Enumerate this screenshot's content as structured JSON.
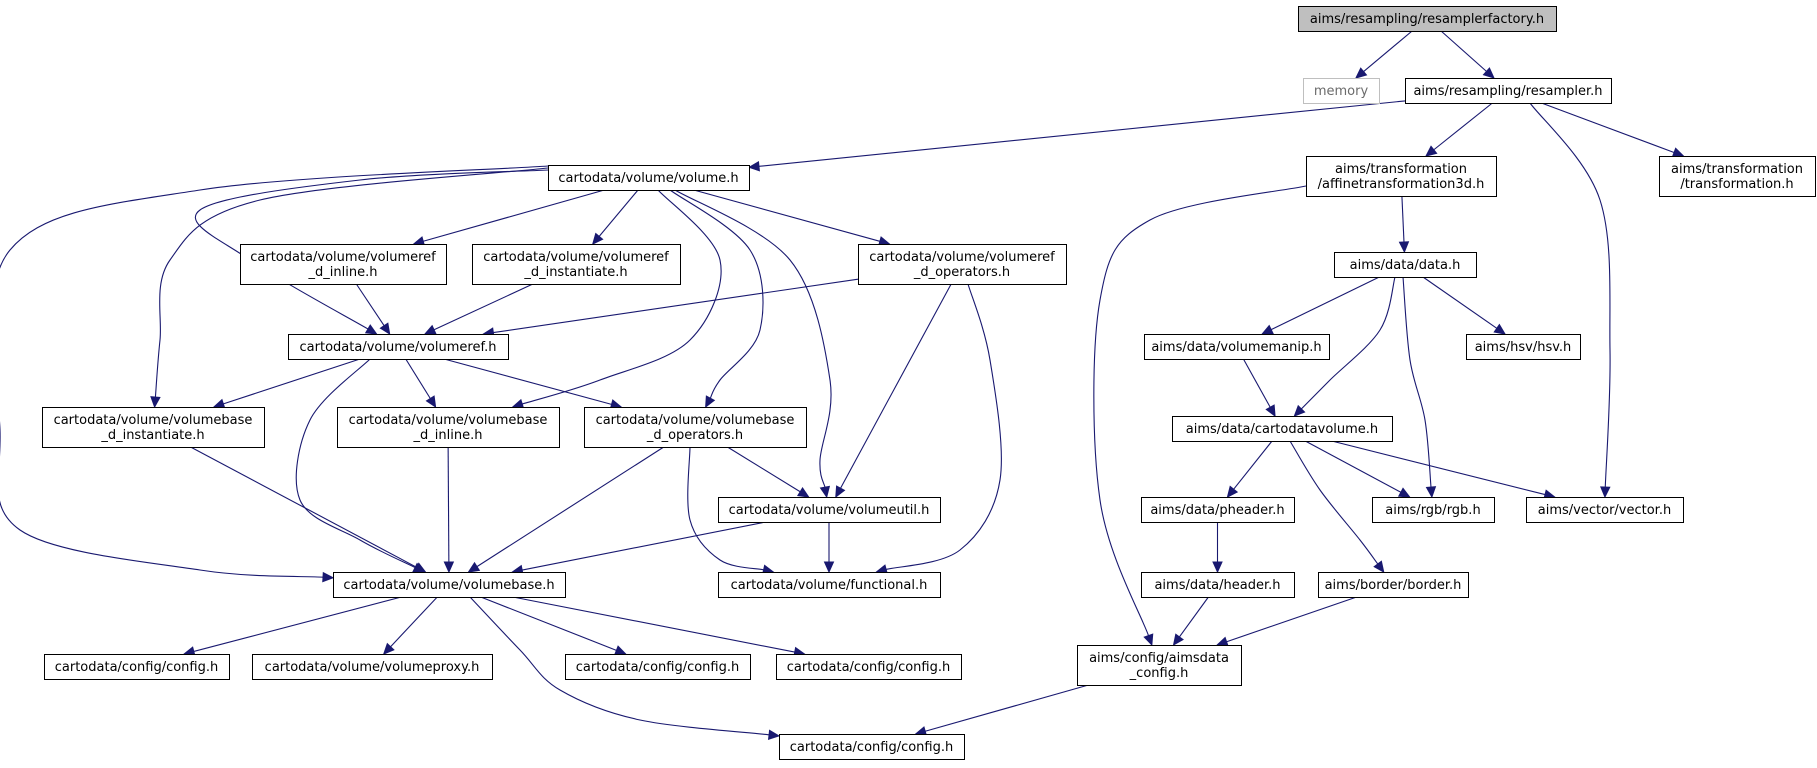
{
  "graph": {
    "colors": {
      "edge": "#191970",
      "node_border": "#000000",
      "root_fill": "#bfbfbf",
      "external_border": "#bfbfbf"
    },
    "nodes": {
      "resamplerfactory": {
        "lines": [
          "aims/resampling/resamplerfactory.h"
        ]
      },
      "memory": {
        "lines": [
          "memory"
        ]
      },
      "resampler": {
        "lines": [
          "aims/resampling/resampler.h"
        ]
      },
      "volume": {
        "lines": [
          "cartodata/volume/volume.h"
        ]
      },
      "affinetransformation3d": {
        "lines": [
          "aims/transformation",
          "/affinetransformation3d.h"
        ]
      },
      "transformation": {
        "lines": [
          "aims/transformation",
          "/transformation.h"
        ]
      },
      "volumeref_d_inline": {
        "lines": [
          "cartodata/volume/volumeref",
          "_d_inline.h"
        ]
      },
      "volumeref_d_instantiate": {
        "lines": [
          "cartodata/volume/volumeref",
          "_d_instantiate.h"
        ]
      },
      "volumeref_d_operators": {
        "lines": [
          "cartodata/volume/volumeref",
          "_d_operators.h"
        ]
      },
      "data": {
        "lines": [
          "aims/data/data.h"
        ]
      },
      "volumeref": {
        "lines": [
          "cartodata/volume/volumeref.h"
        ]
      },
      "volumemanip": {
        "lines": [
          "aims/data/volumemanip.h"
        ]
      },
      "hsv": {
        "lines": [
          "aims/hsv/hsv.h"
        ]
      },
      "volumebase_d_instantiate": {
        "lines": [
          "cartodata/volume/volumebase",
          "_d_instantiate.h"
        ]
      },
      "volumebase_d_inline": {
        "lines": [
          "cartodata/volume/volumebase",
          "_d_inline.h"
        ]
      },
      "volumebase_d_operators": {
        "lines": [
          "cartodata/volume/volumebase",
          "_d_operators.h"
        ]
      },
      "cartodatavolume": {
        "lines": [
          "aims/data/cartodatavolume.h"
        ]
      },
      "volumeutil": {
        "lines": [
          "cartodata/volume/volumeutil.h"
        ]
      },
      "pheader": {
        "lines": [
          "aims/data/pheader.h"
        ]
      },
      "rgb": {
        "lines": [
          "aims/rgb/rgb.h"
        ]
      },
      "vector": {
        "lines": [
          "aims/vector/vector.h"
        ]
      },
      "volumebase": {
        "lines": [
          "cartodata/volume/volumebase.h"
        ]
      },
      "functional": {
        "lines": [
          "cartodata/volume/functional.h"
        ]
      },
      "header": {
        "lines": [
          "aims/data/header.h"
        ]
      },
      "border": {
        "lines": [
          "aims/border/border.h"
        ]
      },
      "config_1": {
        "lines": [
          "cartodata/config/config.h"
        ]
      },
      "volumeproxy": {
        "lines": [
          "cartodata/volume/volumeproxy.h"
        ]
      },
      "config_2": {
        "lines": [
          "cartodata/config/config.h"
        ]
      },
      "config_3": {
        "lines": [
          "cartodata/config/config.h"
        ]
      },
      "aimsdata_config": {
        "lines": [
          "aims/config/aimsdata",
          "_config.h"
        ]
      },
      "config_4": {
        "lines": [
          "cartodata/config/config.h"
        ]
      }
    },
    "edges": [
      [
        "resamplerfactory",
        "memory"
      ],
      [
        "resamplerfactory",
        "resampler"
      ],
      [
        "resampler",
        "volume"
      ],
      [
        "resampler",
        "affinetransformation3d"
      ],
      [
        "resampler",
        "transformation"
      ],
      [
        "resampler",
        "vector"
      ],
      [
        "volume",
        "volumeref_d_inline"
      ],
      [
        "volume",
        "volumeref_d_instantiate"
      ],
      [
        "volume",
        "volumeref_d_operators"
      ],
      [
        "volume",
        "volumeref"
      ],
      [
        "volume",
        "volumebase_d_instantiate"
      ],
      [
        "volume",
        "volumebase_d_inline"
      ],
      [
        "volume",
        "volumebase_d_operators"
      ],
      [
        "volume",
        "volumeutil"
      ],
      [
        "volume",
        "volumebase"
      ],
      [
        "volumeref_d_inline",
        "volumeref"
      ],
      [
        "volumeref_d_instantiate",
        "volumeref"
      ],
      [
        "volumeref_d_operators",
        "volumeref"
      ],
      [
        "volumeref_d_operators",
        "volumeutil"
      ],
      [
        "volumeref_d_operators",
        "functional"
      ],
      [
        "volumeref",
        "volumebase_d_instantiate"
      ],
      [
        "volumeref",
        "volumebase_d_inline"
      ],
      [
        "volumeref",
        "volumebase_d_operators"
      ],
      [
        "volumeref",
        "volumebase"
      ],
      [
        "volumebase_d_instantiate",
        "volumebase"
      ],
      [
        "volumebase_d_inline",
        "volumebase"
      ],
      [
        "volumebase_d_operators",
        "volumeutil"
      ],
      [
        "volumebase_d_operators",
        "volumebase"
      ],
      [
        "volumebase_d_operators",
        "functional"
      ],
      [
        "volumeutil",
        "volumebase"
      ],
      [
        "volumeutil",
        "functional"
      ],
      [
        "volumebase",
        "config_1"
      ],
      [
        "volumebase",
        "volumeproxy"
      ],
      [
        "volumebase",
        "config_2"
      ],
      [
        "volumebase",
        "config_3"
      ],
      [
        "volumebase",
        "config_4"
      ],
      [
        "affinetransformation3d",
        "data"
      ],
      [
        "affinetransformation3d",
        "aimsdata_config"
      ],
      [
        "data",
        "volumemanip"
      ],
      [
        "data",
        "hsv"
      ],
      [
        "data",
        "cartodatavolume"
      ],
      [
        "data",
        "rgb"
      ],
      [
        "volumemanip",
        "cartodatavolume"
      ],
      [
        "cartodatavolume",
        "pheader"
      ],
      [
        "cartodatavolume",
        "rgb"
      ],
      [
        "cartodatavolume",
        "vector"
      ],
      [
        "cartodatavolume",
        "border"
      ],
      [
        "pheader",
        "header"
      ],
      [
        "header",
        "aimsdata_config"
      ],
      [
        "border",
        "aimsdata_config"
      ],
      [
        "aimsdata_config",
        "config_4"
      ]
    ]
  }
}
